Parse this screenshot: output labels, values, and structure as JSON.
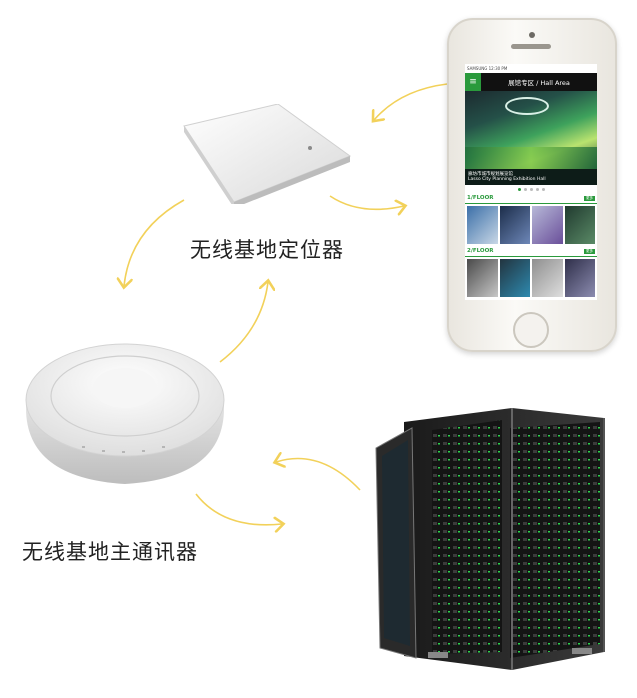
{
  "phone": {
    "status_text": "SAMSUNG 12:30 PM",
    "menu_label": "MENU",
    "title": "展馆专区 / Hall Area",
    "hero_caption_cn": "廊坊市城市规划展览馆",
    "hero_caption_en": "Lasso City Planning Exhibition Hall",
    "floor1_label": "1/FLOOR",
    "floor2_label": "2/FLOOR",
    "more_label": "更多"
  },
  "labels": {
    "locator": "无线基地定位器",
    "communicator": "无线基地主通讯器"
  },
  "colors": {
    "arrow": "#f2d15a",
    "accent_green": "#2a9a3c"
  }
}
